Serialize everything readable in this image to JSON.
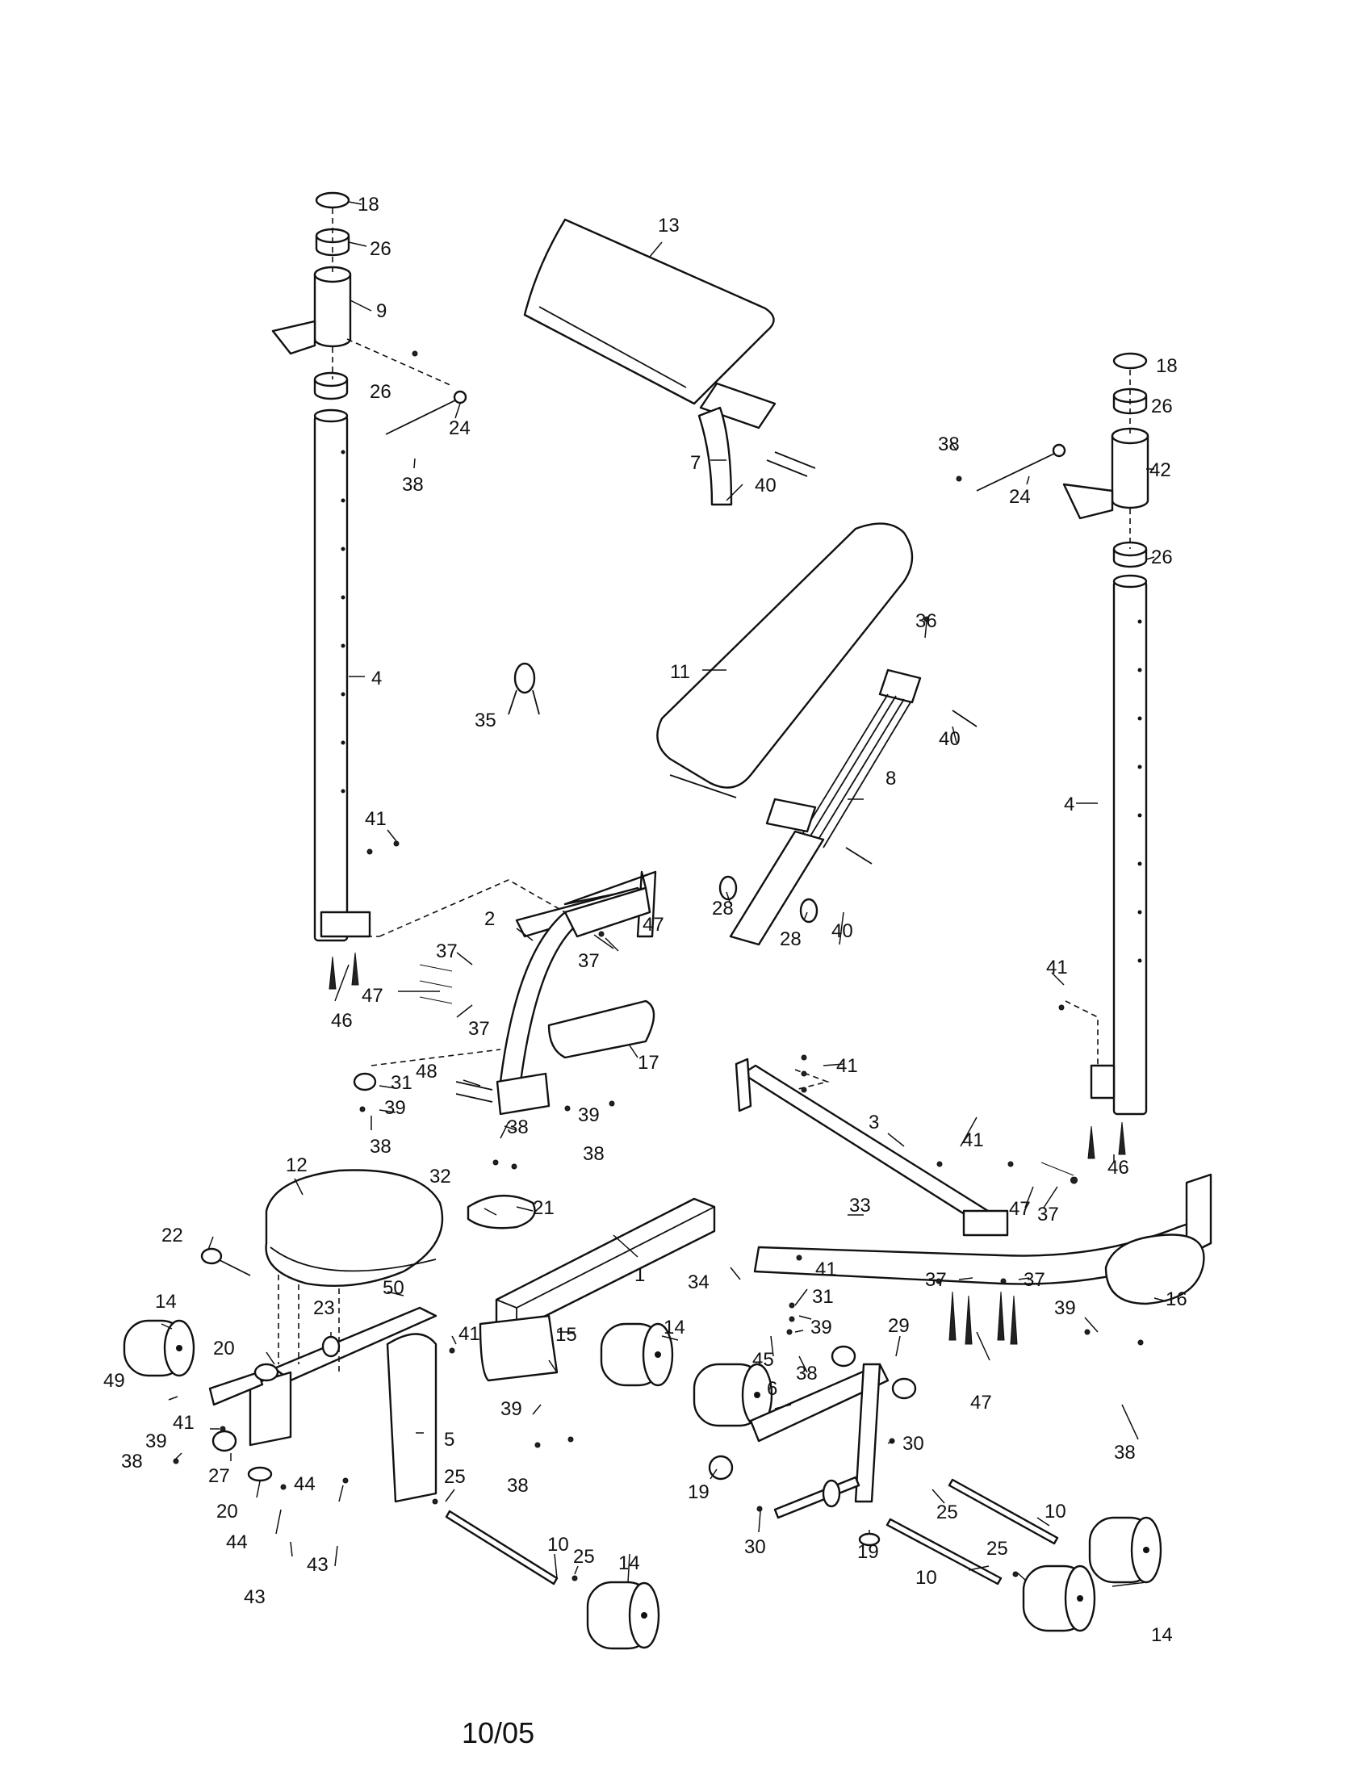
{
  "callouts": [
    {
      "n": "18"
    },
    {
      "n": "26"
    },
    {
      "n": "9"
    },
    {
      "n": "26"
    },
    {
      "n": "24"
    },
    {
      "n": "38"
    },
    {
      "n": "4"
    },
    {
      "n": "41"
    },
    {
      "n": "46"
    },
    {
      "n": "47"
    },
    {
      "n": "37"
    },
    {
      "n": "37"
    },
    {
      "n": "35"
    },
    {
      "n": "13"
    },
    {
      "n": "7"
    },
    {
      "n": "40"
    },
    {
      "n": "11"
    },
    {
      "n": "36"
    },
    {
      "n": "40"
    },
    {
      "n": "8"
    },
    {
      "n": "28"
    },
    {
      "n": "28"
    },
    {
      "n": "40"
    },
    {
      "n": "2"
    },
    {
      "n": "37"
    },
    {
      "n": "47"
    },
    {
      "n": "17"
    },
    {
      "n": "31"
    },
    {
      "n": "39"
    },
    {
      "n": "38"
    },
    {
      "n": "48"
    },
    {
      "n": "39"
    },
    {
      "n": "38"
    },
    {
      "n": "38"
    },
    {
      "n": "32"
    },
    {
      "n": "21"
    },
    {
      "n": "12"
    },
    {
      "n": "22"
    },
    {
      "n": "14"
    },
    {
      "n": "20"
    },
    {
      "n": "23"
    },
    {
      "n": "50"
    },
    {
      "n": "41"
    },
    {
      "n": "49"
    },
    {
      "n": "41"
    },
    {
      "n": "39"
    },
    {
      "n": "38"
    },
    {
      "n": "27"
    },
    {
      "n": "5"
    },
    {
      "n": "20"
    },
    {
      "n": "44"
    },
    {
      "n": "44"
    },
    {
      "n": "43"
    },
    {
      "n": "43"
    },
    {
      "n": "25"
    },
    {
      "n": "10"
    },
    {
      "n": "25"
    },
    {
      "n": "14"
    },
    {
      "n": "15"
    },
    {
      "n": "39"
    },
    {
      "n": "38"
    },
    {
      "n": "1"
    },
    {
      "n": "34"
    },
    {
      "n": "41"
    },
    {
      "n": "31"
    },
    {
      "n": "39"
    },
    {
      "n": "45"
    },
    {
      "n": "38"
    },
    {
      "n": "14"
    },
    {
      "n": "6"
    },
    {
      "n": "29"
    },
    {
      "n": "30"
    },
    {
      "n": "19"
    },
    {
      "n": "30"
    },
    {
      "n": "19"
    },
    {
      "n": "25"
    },
    {
      "n": "10"
    },
    {
      "n": "10"
    },
    {
      "n": "25"
    },
    {
      "n": "14"
    },
    {
      "n": "41"
    },
    {
      "n": "3"
    },
    {
      "n": "41"
    },
    {
      "n": "33"
    },
    {
      "n": "47"
    },
    {
      "n": "37"
    },
    {
      "n": "37"
    },
    {
      "n": "37"
    },
    {
      "n": "47"
    },
    {
      "n": "46"
    },
    {
      "n": "16"
    },
    {
      "n": "39"
    },
    {
      "n": "38"
    },
    {
      "n": "18"
    },
    {
      "n": "26"
    },
    {
      "n": "38"
    },
    {
      "n": "42"
    },
    {
      "n": "24"
    },
    {
      "n": "26"
    },
    {
      "n": "4"
    },
    {
      "n": "41"
    }
  ],
  "footer": {
    "code": "10/05"
  }
}
